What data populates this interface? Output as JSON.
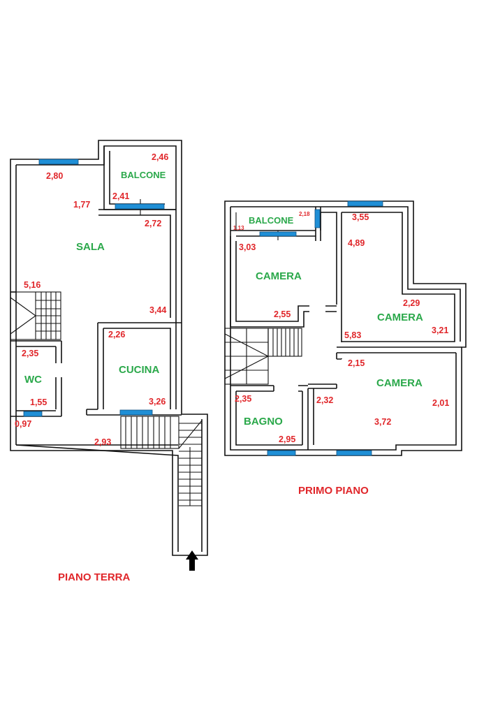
{
  "piano_terra": {
    "label": "PIANO TERRA",
    "rooms": {
      "sala": "SALA",
      "balcone": "BALCONE",
      "cucina": "CUCINA",
      "wc": "WC"
    },
    "dimensions": [
      "2,80",
      "2,46",
      "2,41",
      "1,77",
      "2,72",
      "5,16",
      "3,44",
      "2,26",
      "2,35",
      "3,26",
      "1,55",
      "0,97",
      "2,93"
    ]
  },
  "primo_piano": {
    "label": "PRIMO PIANO",
    "rooms": {
      "balcone": "BALCONE",
      "camera_1": "CAMERA",
      "camera_2": "CAMERA",
      "camera_3": "CAMERA",
      "bagno": "BAGNO"
    },
    "dimensions": [
      "2,18",
      "1,13",
      "3,55",
      "3,03",
      "4,89",
      "2,29",
      "2,55",
      "3,21",
      "5,83",
      "2,15",
      "2,35",
      "2,32",
      "2,01",
      "3,72",
      "2,95"
    ]
  },
  "icons": {
    "entrance": "up-arrow-icon"
  },
  "colors": {
    "room_label": "#2aa84a",
    "dimension_label": "#e0262a",
    "window": "#1f8fd6"
  }
}
